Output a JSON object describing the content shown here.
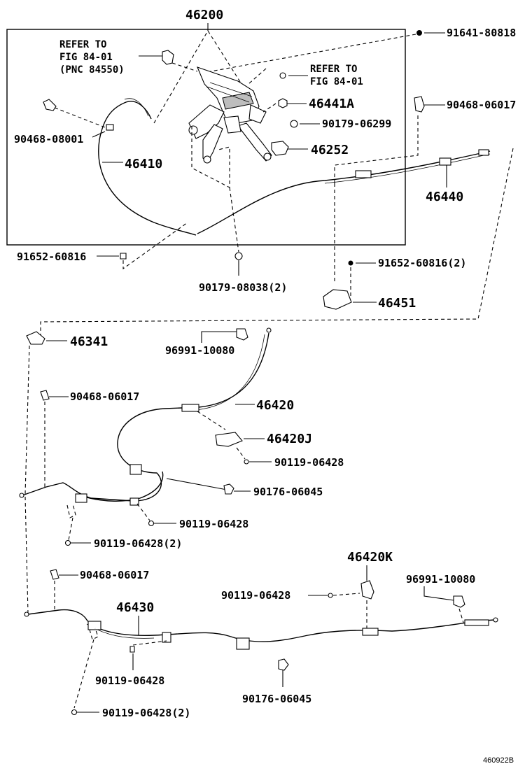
{
  "diagram_code": "460922B",
  "labels": {
    "l46200": "46200",
    "ref1_a": "REFER TO",
    "ref1_b": "FIG 84-01",
    "ref1_c": "(PNC 84550)",
    "ref2_a": "REFER TO",
    "ref2_b": "FIG 84-01",
    "l91641": "91641-80818",
    "l90468a": "90468-06017",
    "l46441a": "46441A",
    "l90179a": "90179-06299",
    "l46252": "46252",
    "l90468b": "90468-08001",
    "l46410": "46410",
    "l46440": "46440",
    "l91652a": "91652-60816",
    "l91652b": "91652-60816(2)",
    "l90179b": "90179-08038(2)",
    "l46451": "46451",
    "l46341": "46341",
    "l96991a": "96991-10080",
    "l90468c": "90468-06017",
    "l46420": "46420",
    "l46420j": "46420J",
    "l90119a": "90119-06428",
    "l90176a": "90176-06045",
    "l90119b": "90119-06428",
    "l90119c": "90119-06428(2)",
    "l46420k": "46420K",
    "l90468d": "90468-06017",
    "l96991b": "96991-10080",
    "l90119d": "90119-06428",
    "l46430": "46430",
    "l90119e": "90119-06428",
    "l90176b": "90176-06045",
    "l90119f": "90119-06428(2)"
  }
}
